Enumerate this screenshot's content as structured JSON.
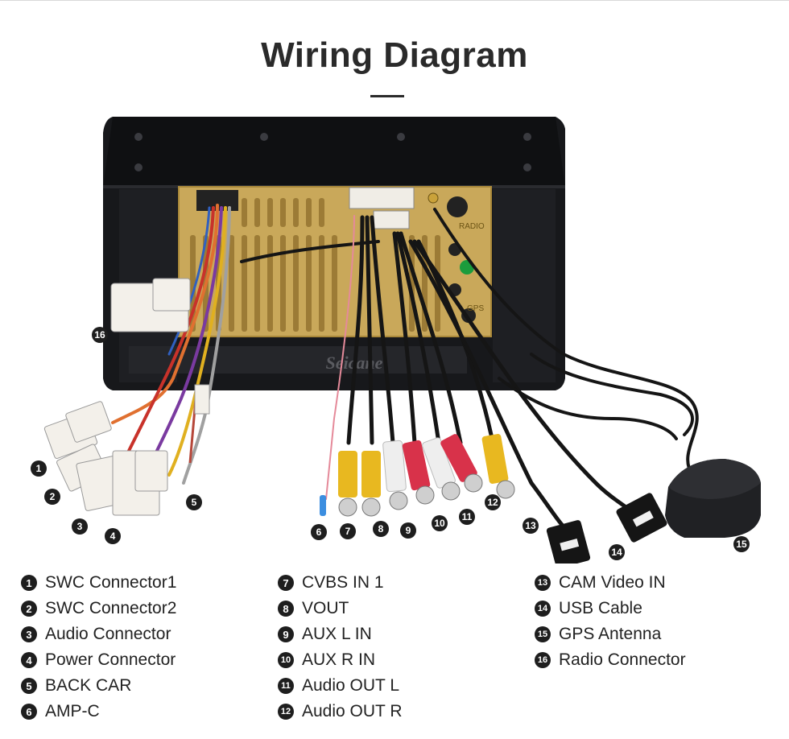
{
  "title": "Wiring Diagram",
  "watermark": "Seicane",
  "unit_labels": {
    "radio": "RADIO",
    "gps": "GPS"
  },
  "callouts": [
    "1",
    "2",
    "3",
    "4",
    "5",
    "6",
    "7",
    "8",
    "9",
    "10",
    "11",
    "12",
    "13",
    "14",
    "15",
    "16"
  ],
  "legend": {
    "col1": [
      {
        "num": "1",
        "label": "SWC Connector1"
      },
      {
        "num": "2",
        "label": "SWC Connector2"
      },
      {
        "num": "3",
        "label": "Audio Connector"
      },
      {
        "num": "4",
        "label": "Power Connector"
      },
      {
        "num": "5",
        "label": "BACK CAR"
      },
      {
        "num": "6",
        "label": "AMP-C"
      }
    ],
    "col2": [
      {
        "num": "7",
        "label": "CVBS IN 1"
      },
      {
        "num": "8",
        "label": "VOUT"
      },
      {
        "num": "9",
        "label": "AUX L IN"
      },
      {
        "num": "10",
        "label": "AUX R IN"
      },
      {
        "num": "11",
        "label": "Audio OUT L"
      },
      {
        "num": "12",
        "label": "Audio OUT R"
      }
    ],
    "col3": [
      {
        "num": "13",
        "label": "CAM Video IN"
      },
      {
        "num": "14",
        "label": "USB Cable"
      },
      {
        "num": "15",
        "label": "GPS Antenna"
      },
      {
        "num": "16",
        "label": "Radio Connector"
      }
    ]
  },
  "colors": {
    "housing": "#17181b",
    "chassis": "#c9a85a",
    "rca_yellow": "#e8b820",
    "rca_white": "#eeeeee",
    "rca_red": "#d8324a",
    "connector": "#f3f0ea",
    "cable": "#151515",
    "badge": "#1e1e1e"
  }
}
